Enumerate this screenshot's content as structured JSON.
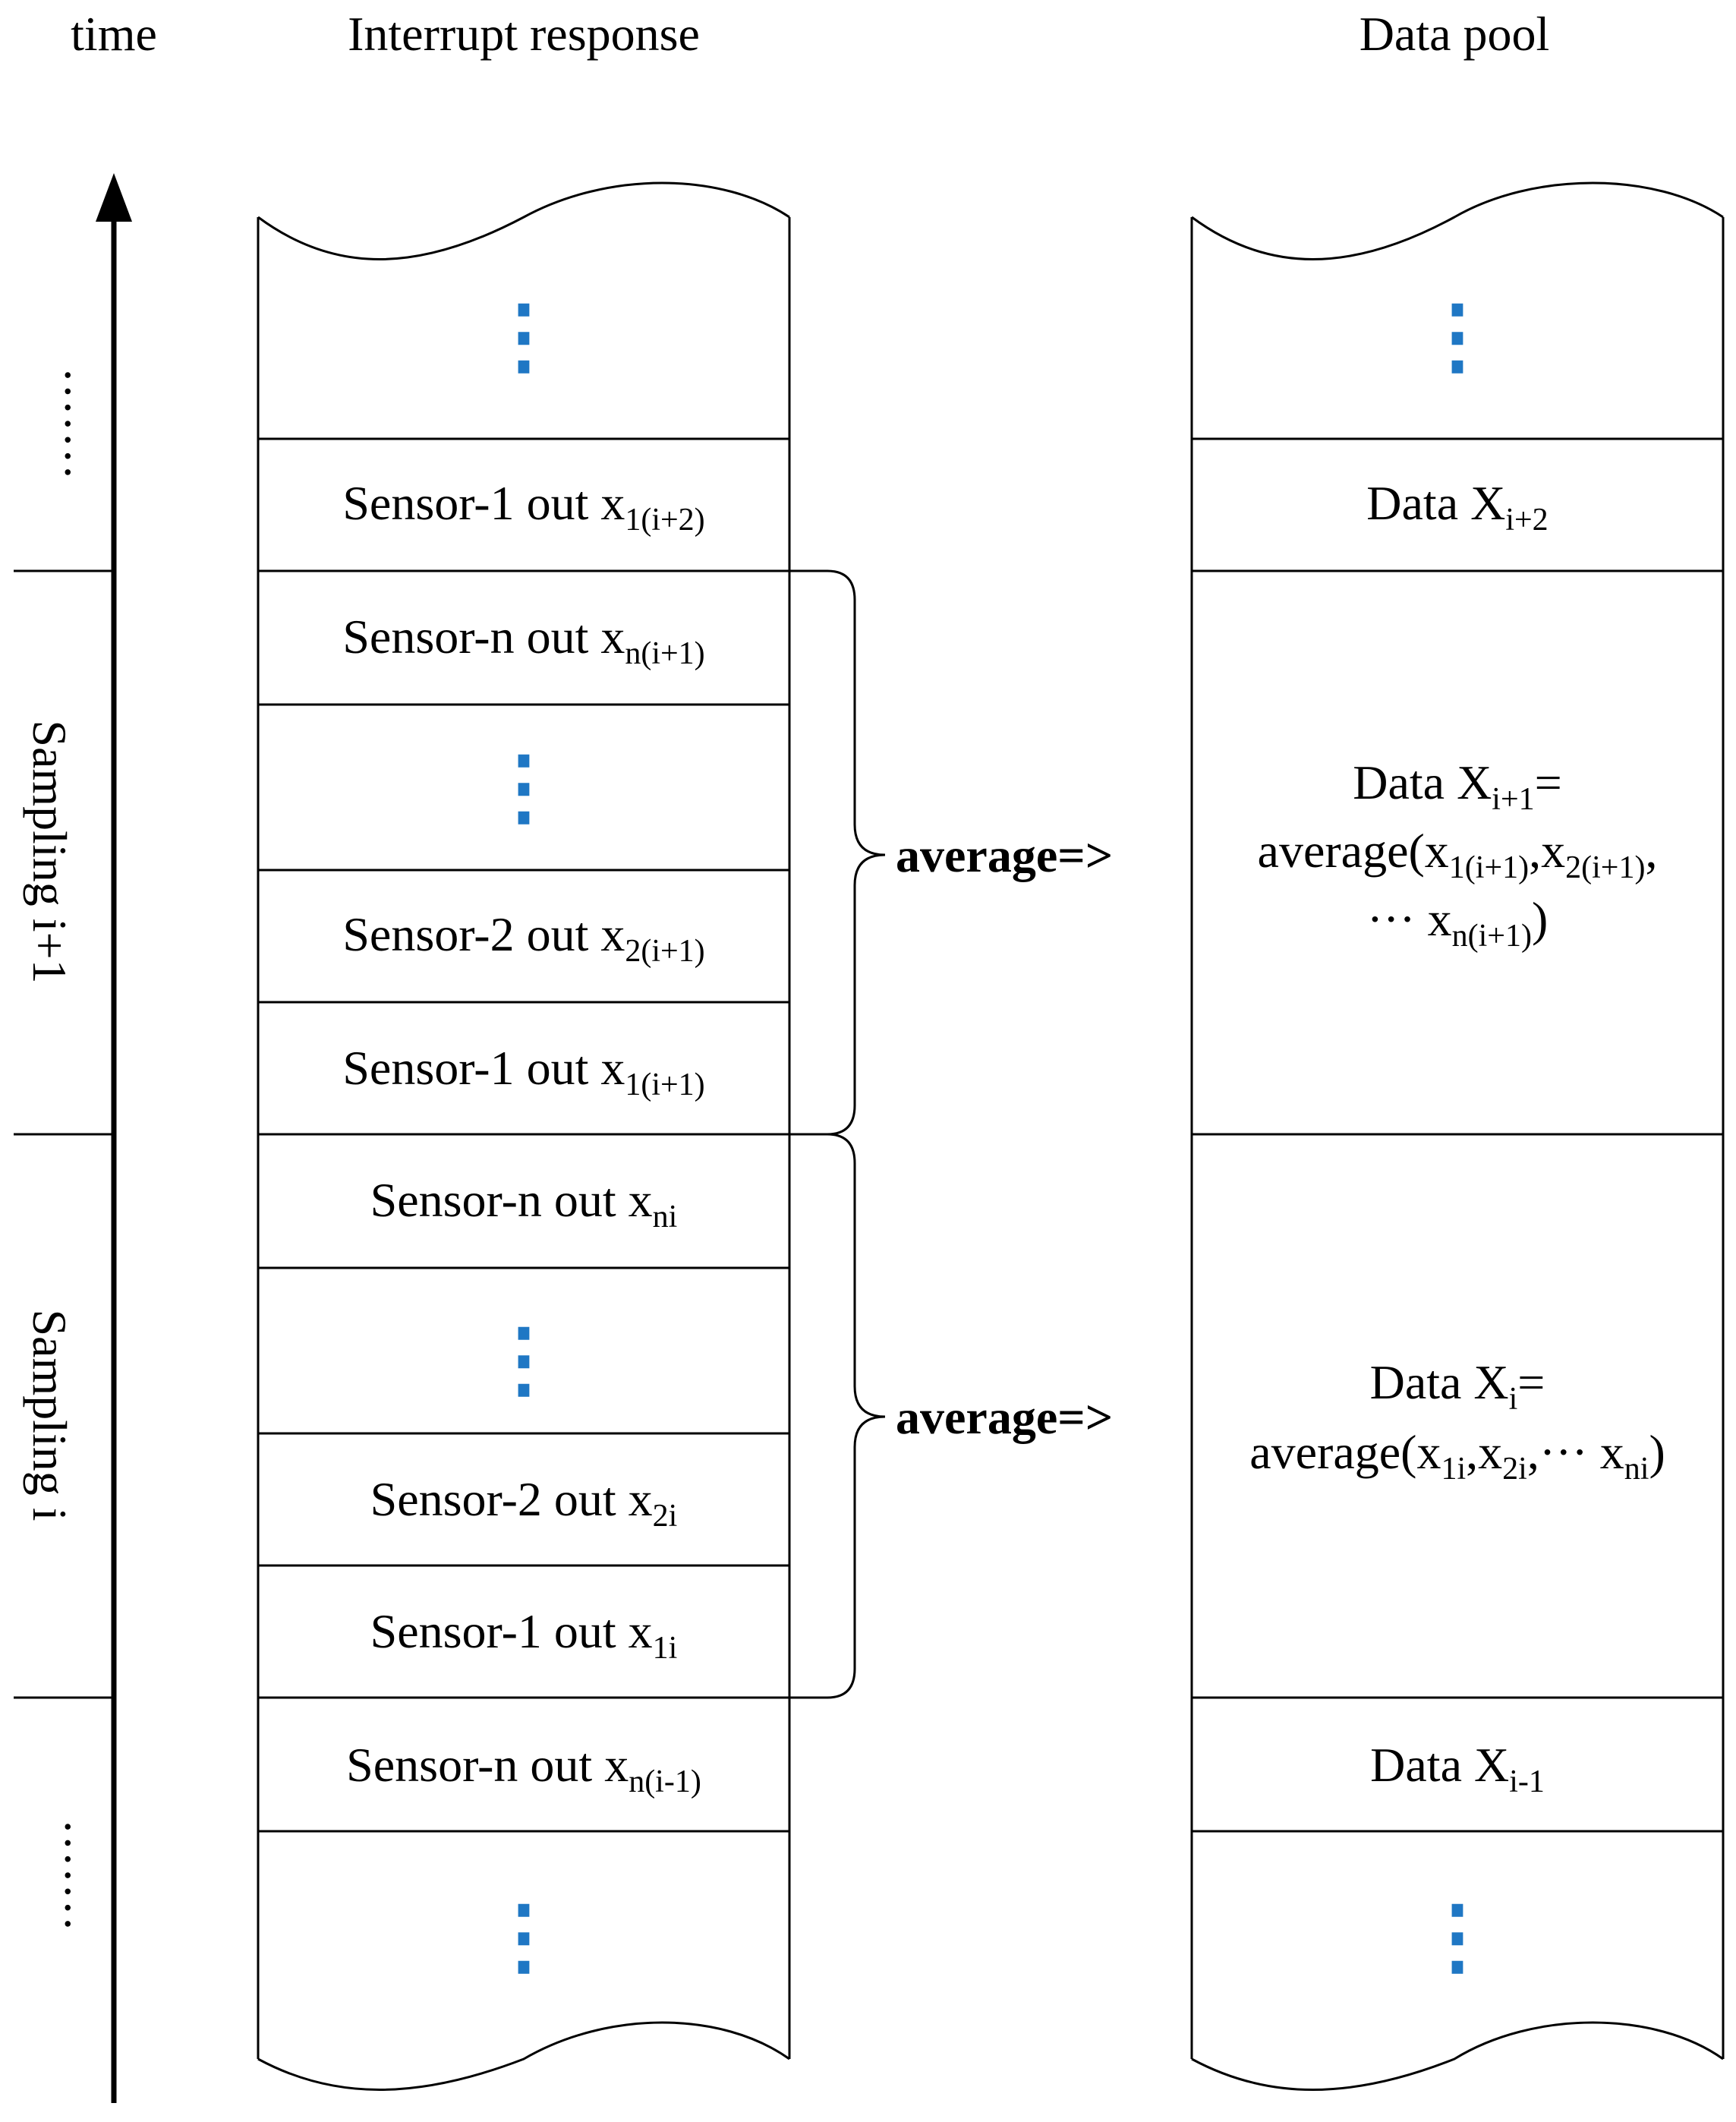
{
  "headers": {
    "time": "time",
    "interrupt": "Interrupt response",
    "pool": "Data pool"
  },
  "side_labels": {
    "top_dots": "·······",
    "sampling_next": "Sampling i+1",
    "sampling_cur": "Sampling i",
    "bottom_dots": "·······"
  },
  "interrupt_cells": [
    {
      "text": "⋮",
      "sub": ""
    },
    {
      "text": "Sensor-1 out x",
      "sub": "1(i+2)"
    },
    {
      "text": "Sensor-n out x",
      "sub": "n(i+1)"
    },
    {
      "text": "⋮",
      "sub": ""
    },
    {
      "text": "Sensor-2 out x",
      "sub": "2(i+1)"
    },
    {
      "text": "Sensor-1 out x",
      "sub": "1(i+1)"
    },
    {
      "text": "Sensor-n out x",
      "sub": "ni"
    },
    {
      "text": "⋮",
      "sub": ""
    },
    {
      "text": "Sensor-2 out x",
      "sub": "2i"
    },
    {
      "text": "Sensor-1 out x",
      "sub": "1i"
    },
    {
      "text": "Sensor-n out x",
      "sub": "n(i-1)"
    },
    {
      "text": "⋮",
      "sub": ""
    }
  ],
  "pool_cells": {
    "top_dots": "⋮",
    "data_i2": {
      "main": "Data X",
      "sub": "i+2"
    },
    "data_i1": {
      "l1_main": "Data X",
      "l1_sub": "i+1",
      "l1_tail": "=",
      "l2_a": "average(x",
      "l2_s1": "1(i+1)",
      "l2_b": ",x",
      "l2_s2": "2(i+1)",
      "l2_c": ",",
      "l3_a": "··· x",
      "l3_s": "n(i+1)",
      "l3_b": ")"
    },
    "data_i": {
      "l1_main": "Data X",
      "l1_sub": "i",
      "l1_tail": "=",
      "l2_a": "average(x",
      "l2_s1": "1i",
      "l2_b": ",x",
      "l2_s2": "2i",
      "l2_c": ",··· x",
      "l2_s3": "ni",
      "l2_d": ")"
    },
    "data_im1": {
      "main": "Data X",
      "sub": "i-1"
    },
    "bottom_dots": "⋮"
  },
  "arrows": {
    "average_upper": "average=>",
    "average_lower": "average=>"
  },
  "colors": {
    "dots": "#1f77c4"
  }
}
